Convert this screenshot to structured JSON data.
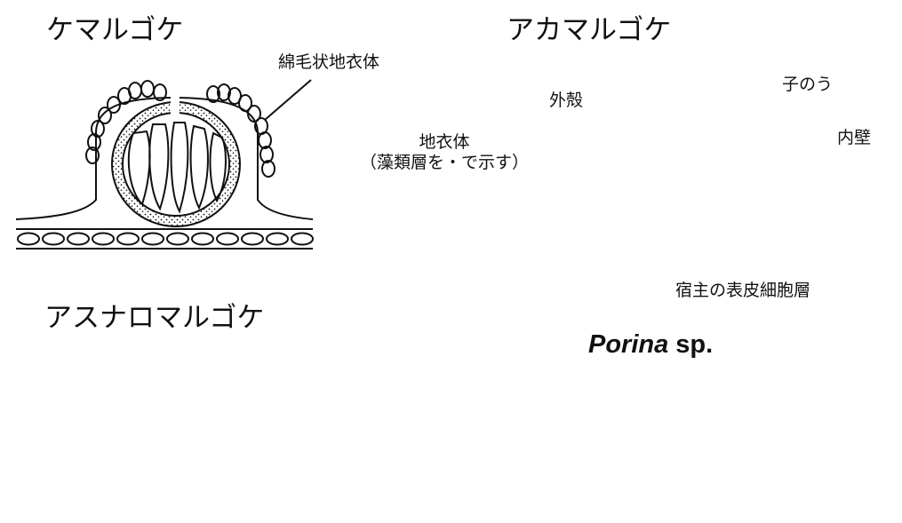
{
  "panels": {
    "kemarugoke": {
      "title": "ケマルゴケ",
      "label_cortex_hairy": "綿毛状地衣体"
    },
    "akamarugoke": {
      "title": "アカマルゴケ",
      "label_exciple": "外殻",
      "label_ascus": "子のう",
      "label_inner_wall": "内壁",
      "label_thallus_line1": "地衣体",
      "label_thallus_line2": "（藻類層を・で示す）",
      "label_host": "宿主の表皮細胞層"
    },
    "asunaromarugoke": {
      "title": "アスナロマルゴケ"
    },
    "porina": {
      "genus": "Porina",
      "suffix": " sp."
    }
  },
  "colors": {
    "ink": "#111111",
    "background": "#ffffff"
  }
}
